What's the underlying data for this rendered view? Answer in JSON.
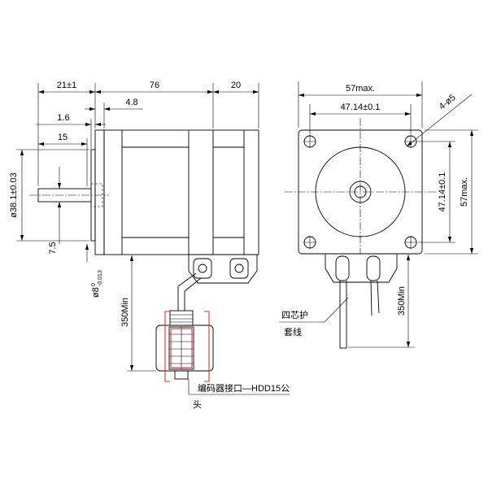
{
  "colors": {
    "line": "#000000",
    "connector_highlight": "#e03030",
    "background": "#ffffff"
  },
  "side_view": {
    "dim_shaft_length": "21±1",
    "dim_body_length": "76",
    "dim_rear_length": "20",
    "dim_flange_thickness": "4.8",
    "dim_pilot_depth": "1.6",
    "dim_flat_length": "15",
    "dim_pilot_diameter": "ø38.1±0.03",
    "dim_flat_depth": "7.5",
    "dim_shaft_diameter": "ø8",
    "dim_shaft_tol_upper": "0",
    "dim_shaft_tol_lower": "-0.013",
    "dim_lead_length": "350Min",
    "connector_label_line1": "编码器接口—HDD15公",
    "connector_label_line2": "头"
  },
  "end_view": {
    "dim_width": "57max.",
    "dim_hole_spacing_horizontal": "47.14±0.1",
    "dim_holes": "4-ø5",
    "dim_hole_spacing_vertical": "47.14±0.1",
    "dim_height": "57max.",
    "dim_lead_length": "350Min",
    "lead_label_line1": "四芯护",
    "lead_label_line2": "套线"
  }
}
